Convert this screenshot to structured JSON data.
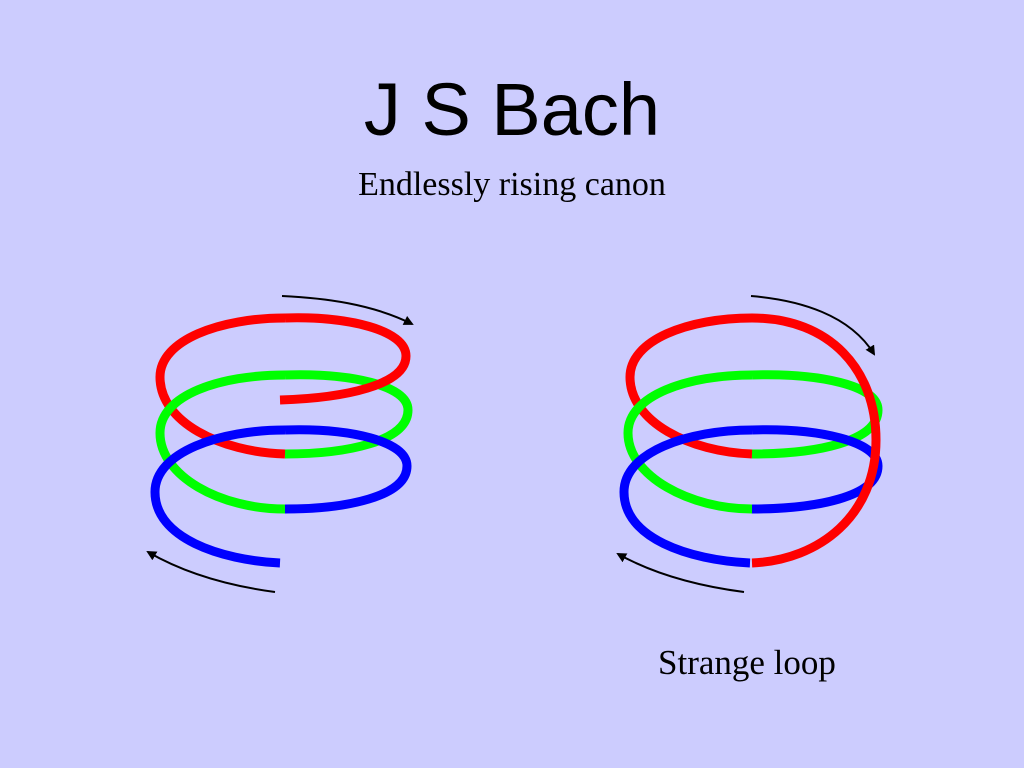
{
  "title": "J S Bach",
  "subtitle": "Endlessly rising canon",
  "caption": "Strange loop",
  "colors": {
    "background": "#ccccfe",
    "red": "#ff0000",
    "green": "#00ff00",
    "blue": "#0000ff",
    "arrow": "#000000"
  }
}
